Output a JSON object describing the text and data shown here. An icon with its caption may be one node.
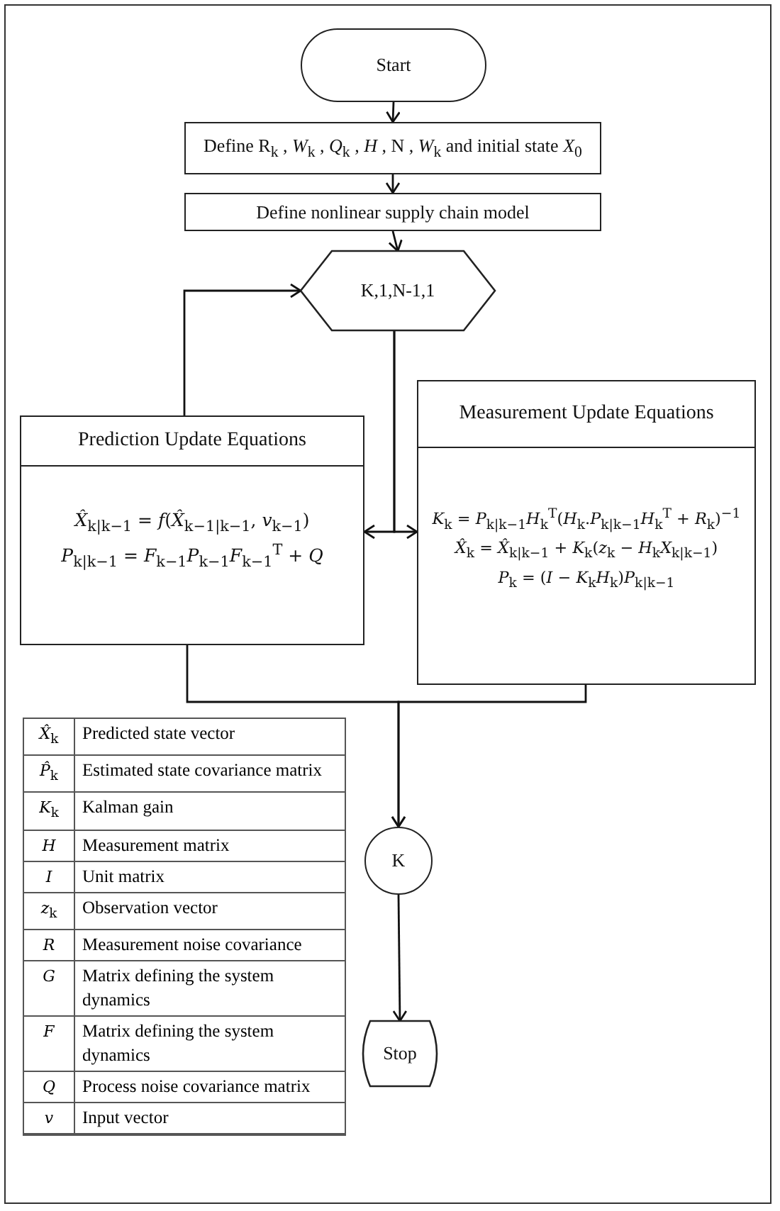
{
  "diagram": {
    "nodes": [
      {
        "text": [
          "Start"
        ]
      },
      {
        "text": [
          "Define R$_{k}$ , *W*$_{k}$ , *Q*$_{k}$ , *H* , N   ,  *W*$_{k}$ and initial state  *X*$_{0}$"
        ]
      },
      {
        "text": [
          "Define nonlinear supply chain model"
        ]
      },
      {
        "text": [
          "K,1,N-1,1"
        ]
      },
      {
        "text": [
          "Prediction Update Equations",
          "*X̂*$_{k|k−1}$ = *f*(*X̂*$_{k−1|k−1}$, *v*$_{k−1}$)",
          "*P*$_{k|k−1}$ = *F*$_{k−1}$*P*$_{k−1}$*F*$_{k−1}$$^{T}$ + *Q*"
        ]
      },
      {
        "text": [
          "Measurement Update Equations",
          "*K*$_{k}$ = *P*$_{k|k−1}$*H*$_{k}$$^{T}$(*H*$_{k}$.*P*$_{k|k−1}$*H*$_{k}$$^{T}$ + *R*$_{k}$)$^{−1}$",
          "*X̂*$_{k}$ = *X̂*$_{k|k−1}$ + *K*$_{k}$(*z*$_{k}$ − *H*$_{k}$*X*$_{k|k−1}$)",
          "*P*$_{k}$ = (*I* − *K*$_{k}$*H*$_{k}$)*P*$_{k|k−1}$"
        ]
      },
      {
        "text": [
          "K"
        ]
      },
      {
        "text": [
          "Stop"
        ]
      }
    ],
    "edges": [
      {
        "from": 0,
        "to": 1,
        "arrow": "to"
      },
      {
        "from": 1,
        "to": 2,
        "arrow": "to"
      },
      {
        "from": 2,
        "to": 3,
        "arrow": "to"
      },
      {
        "from": 3,
        "to": 4,
        "arrow": "to"
      },
      {
        "from": 3,
        "to": 5,
        "arrow": "to"
      },
      {
        "from": 4,
        "to": 3,
        "arrow": "to"
      },
      {
        "from": 4,
        "to": 6,
        "arrow": "to"
      },
      {
        "from": 5,
        "to": 6,
        "arrow": "to"
      },
      {
        "from": 6,
        "to": 7,
        "arrow": "to"
      }
    ],
    "labels": [
      "*X̂*$_{k}$",
      "Predicted state vector",
      "*P̂*$_{k}$",
      "Estimated state covariance matrix",
      "*K*$_{k}$",
      "Kalman gain",
      "*H*",
      "Measurement matrix",
      "*I*",
      "Unit matrix",
      "*z*$_{k}$",
      "Observation vector",
      "*R*",
      "Measurement noise covariance",
      "*G*",
      "Matrix defining the system dynamics",
      "*F*",
      "Matrix defining the system dynamics",
      "*Q*",
      "Process noise covariance matrix",
      "*v*",
      "Input vector"
    ]
  }
}
